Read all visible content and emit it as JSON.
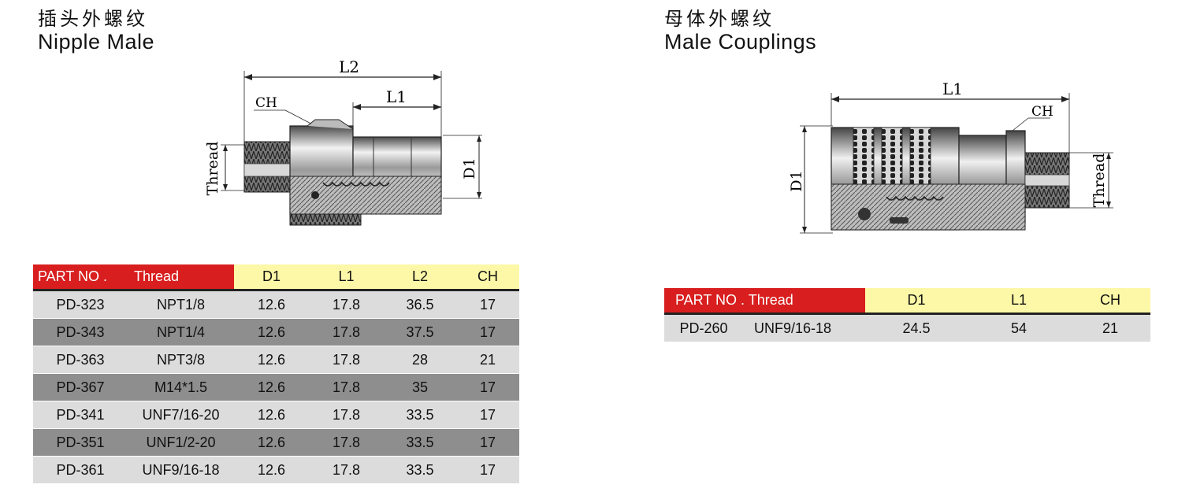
{
  "left": {
    "title_zh": "插头外螺纹",
    "title_en": "Nipple Male",
    "diagram_labels": {
      "l2": "L2",
      "l1": "L1",
      "ch": "CH",
      "thread": "Thread",
      "d1": "D1"
    },
    "table": {
      "headers": {
        "part_no": "PART NO .",
        "thread": "Thread",
        "d1": "D1",
        "l1": "L1",
        "l2": "L2",
        "ch": "CH"
      },
      "rows": [
        {
          "part_no": "PD-323",
          "thread": "NPT1/8",
          "d1": "12.6",
          "l1": "17.8",
          "l2": "36.5",
          "ch": "17"
        },
        {
          "part_no": "PD-343",
          "thread": "NPT1/4",
          "d1": "12.6",
          "l1": "17.8",
          "l2": "37.5",
          "ch": "17"
        },
        {
          "part_no": "PD-363",
          "thread": "NPT3/8",
          "d1": "12.6",
          "l1": "17.8",
          "l2": "28",
          "ch": "21"
        },
        {
          "part_no": "PD-367",
          "thread": "M14*1.5",
          "d1": "12.6",
          "l1": "17.8",
          "l2": "35",
          "ch": "17"
        },
        {
          "part_no": "PD-341",
          "thread": "UNF7/16-20",
          "d1": "12.6",
          "l1": "17.8",
          "l2": "33.5",
          "ch": "17"
        },
        {
          "part_no": "PD-351",
          "thread": "UNF1/2-20",
          "d1": "12.6",
          "l1": "17.8",
          "l2": "33.5",
          "ch": "17"
        },
        {
          "part_no": "PD-361",
          "thread": "UNF9/16-18",
          "d1": "12.6",
          "l1": "17.8",
          "l2": "33.5",
          "ch": "17"
        }
      ]
    }
  },
  "right": {
    "title_zh": "母体外螺纹",
    "title_en": "Male Couplings",
    "diagram_labels": {
      "l1": "L1",
      "ch": "CH",
      "thread": "Thread",
      "d1": "D1"
    },
    "table": {
      "headers": {
        "part_no": "PART NO . Thread",
        "d1": "D1",
        "l1": "L1",
        "ch": "CH"
      },
      "rows": [
        {
          "part_no": "PD-260",
          "thread": "UNF9/16-18",
          "d1": "24.5",
          "l1": "54",
          "ch": "21"
        }
      ]
    }
  },
  "colors": {
    "header_red": "#d81e1e",
    "header_yellow": "#fdf8a8",
    "row_light": "#dcdcdc",
    "row_dark": "#8e8e8e"
  }
}
